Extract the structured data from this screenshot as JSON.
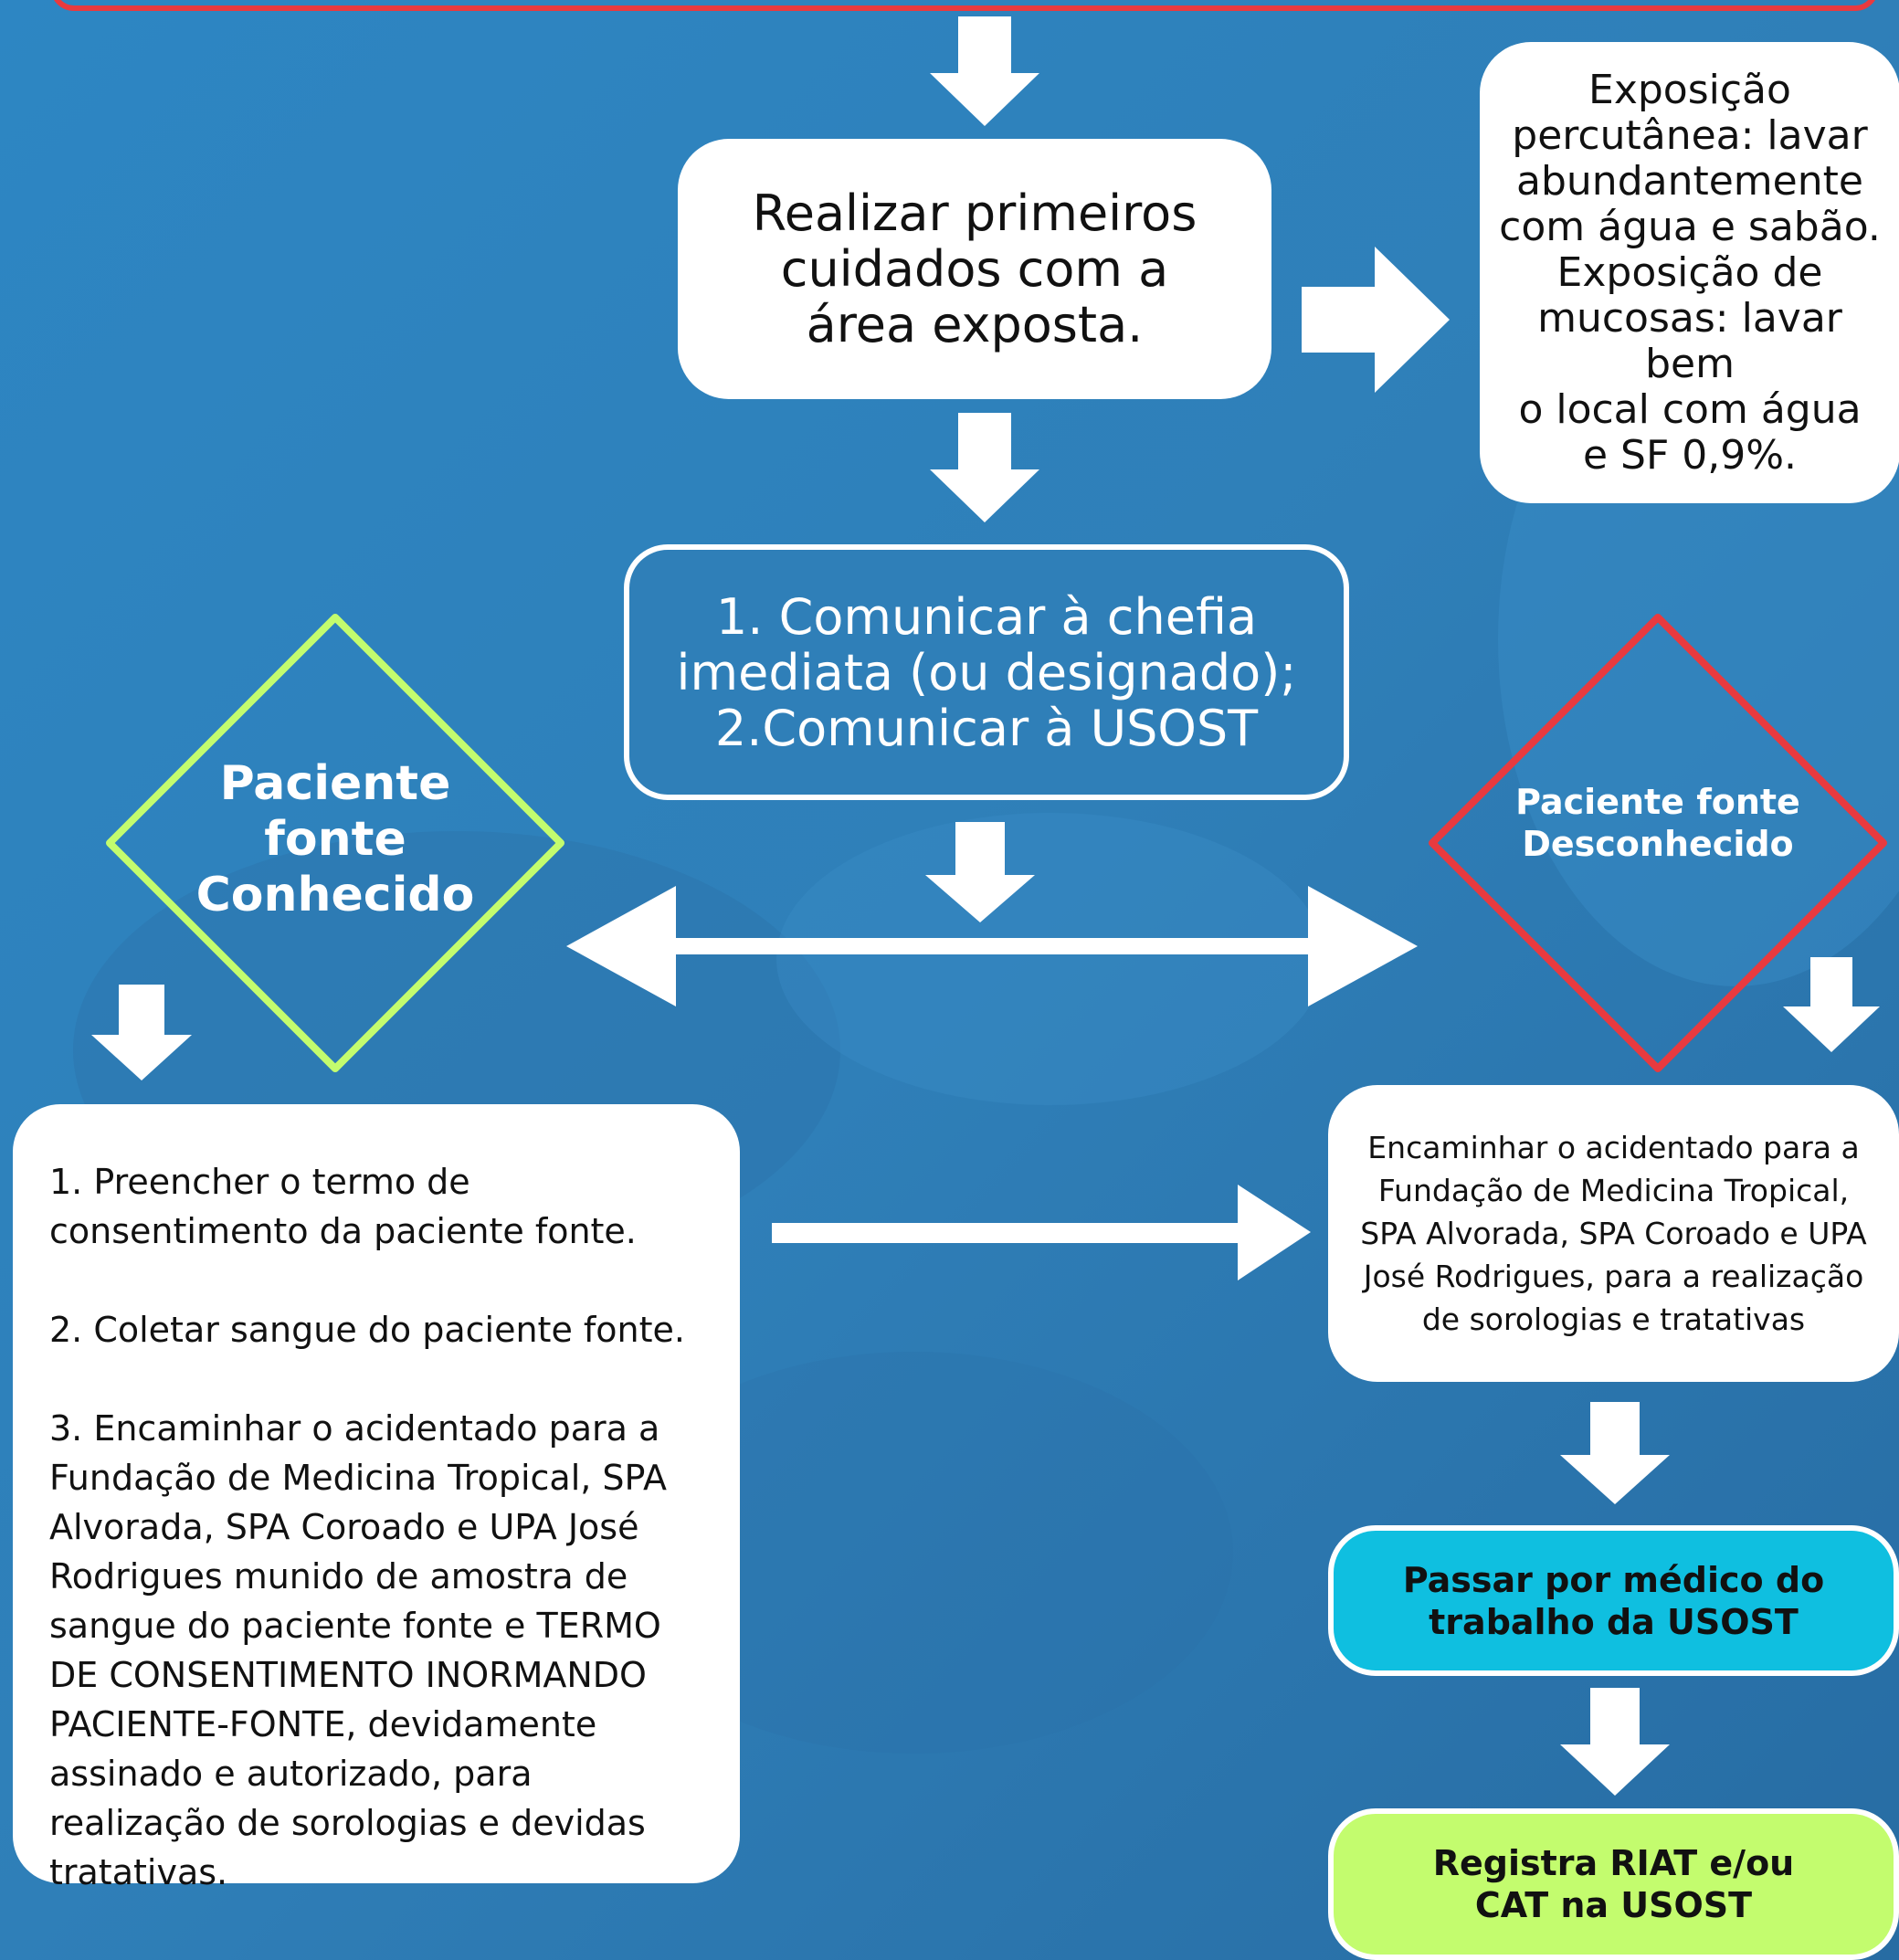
{
  "colors": {
    "background": "#2f7fb8",
    "box": "#ffffff",
    "known_diamond": "#c3fc6e",
    "unknown_diamond": "#e83a3f",
    "doctor_box": "#0fbfe0",
    "register_box": "#c3fc6e"
  },
  "flow": {
    "first_care": {
      "lines": [
        "Realizar primeiros",
        "cuidados com a",
        "área exposta."
      ]
    },
    "exposure_note": {
      "lines": [
        "Exposição",
        "percutânea: lavar",
        "abundantemente",
        "com água e sabão.",
        "Exposição de",
        "mucosas: lavar bem",
        "o local com água",
        "e SF 0,9%."
      ]
    },
    "communicate": {
      "lines": [
        "1. Comunicar à chefia",
        "imediata (ou designado);",
        "2.Comunicar à USOST"
      ]
    },
    "known_source": {
      "lines": [
        "Paciente",
        "fonte",
        "Conhecido"
      ]
    },
    "unknown_source": {
      "lines": [
        "Paciente fonte",
        "Desconhecido"
      ]
    },
    "known_steps": {
      "step1": "1. Preencher o termo de consentimento da paciente fonte.",
      "step2": "2. Coletar sangue do paciente fonte.",
      "step3": "3. Encaminhar o acidentado para a Fundação de Medicina Tropical, SPA Alvorada, SPA Coroado e UPA José Rodrigues munido de amostra de sangue do paciente fonte e TERMO DE CONSENTIMENTO INORMANDO PACIENTE-FONTE, devidamente assinado e autorizado, para realização de sorologias e devidas tratativas."
    },
    "forward": {
      "text": "Encaminhar o acidentado para a Fundação de Medicina Tropical, SPA Alvorada, SPA Coroado e UPA José Rodrigues, para a realização de sorologias e tratativas"
    },
    "doctor": {
      "lines": [
        "Passar por médico do",
        "trabalho da USOST"
      ]
    },
    "register": {
      "lines": [
        "Registra RIAT e/ou",
        "CAT na USOST"
      ]
    }
  }
}
